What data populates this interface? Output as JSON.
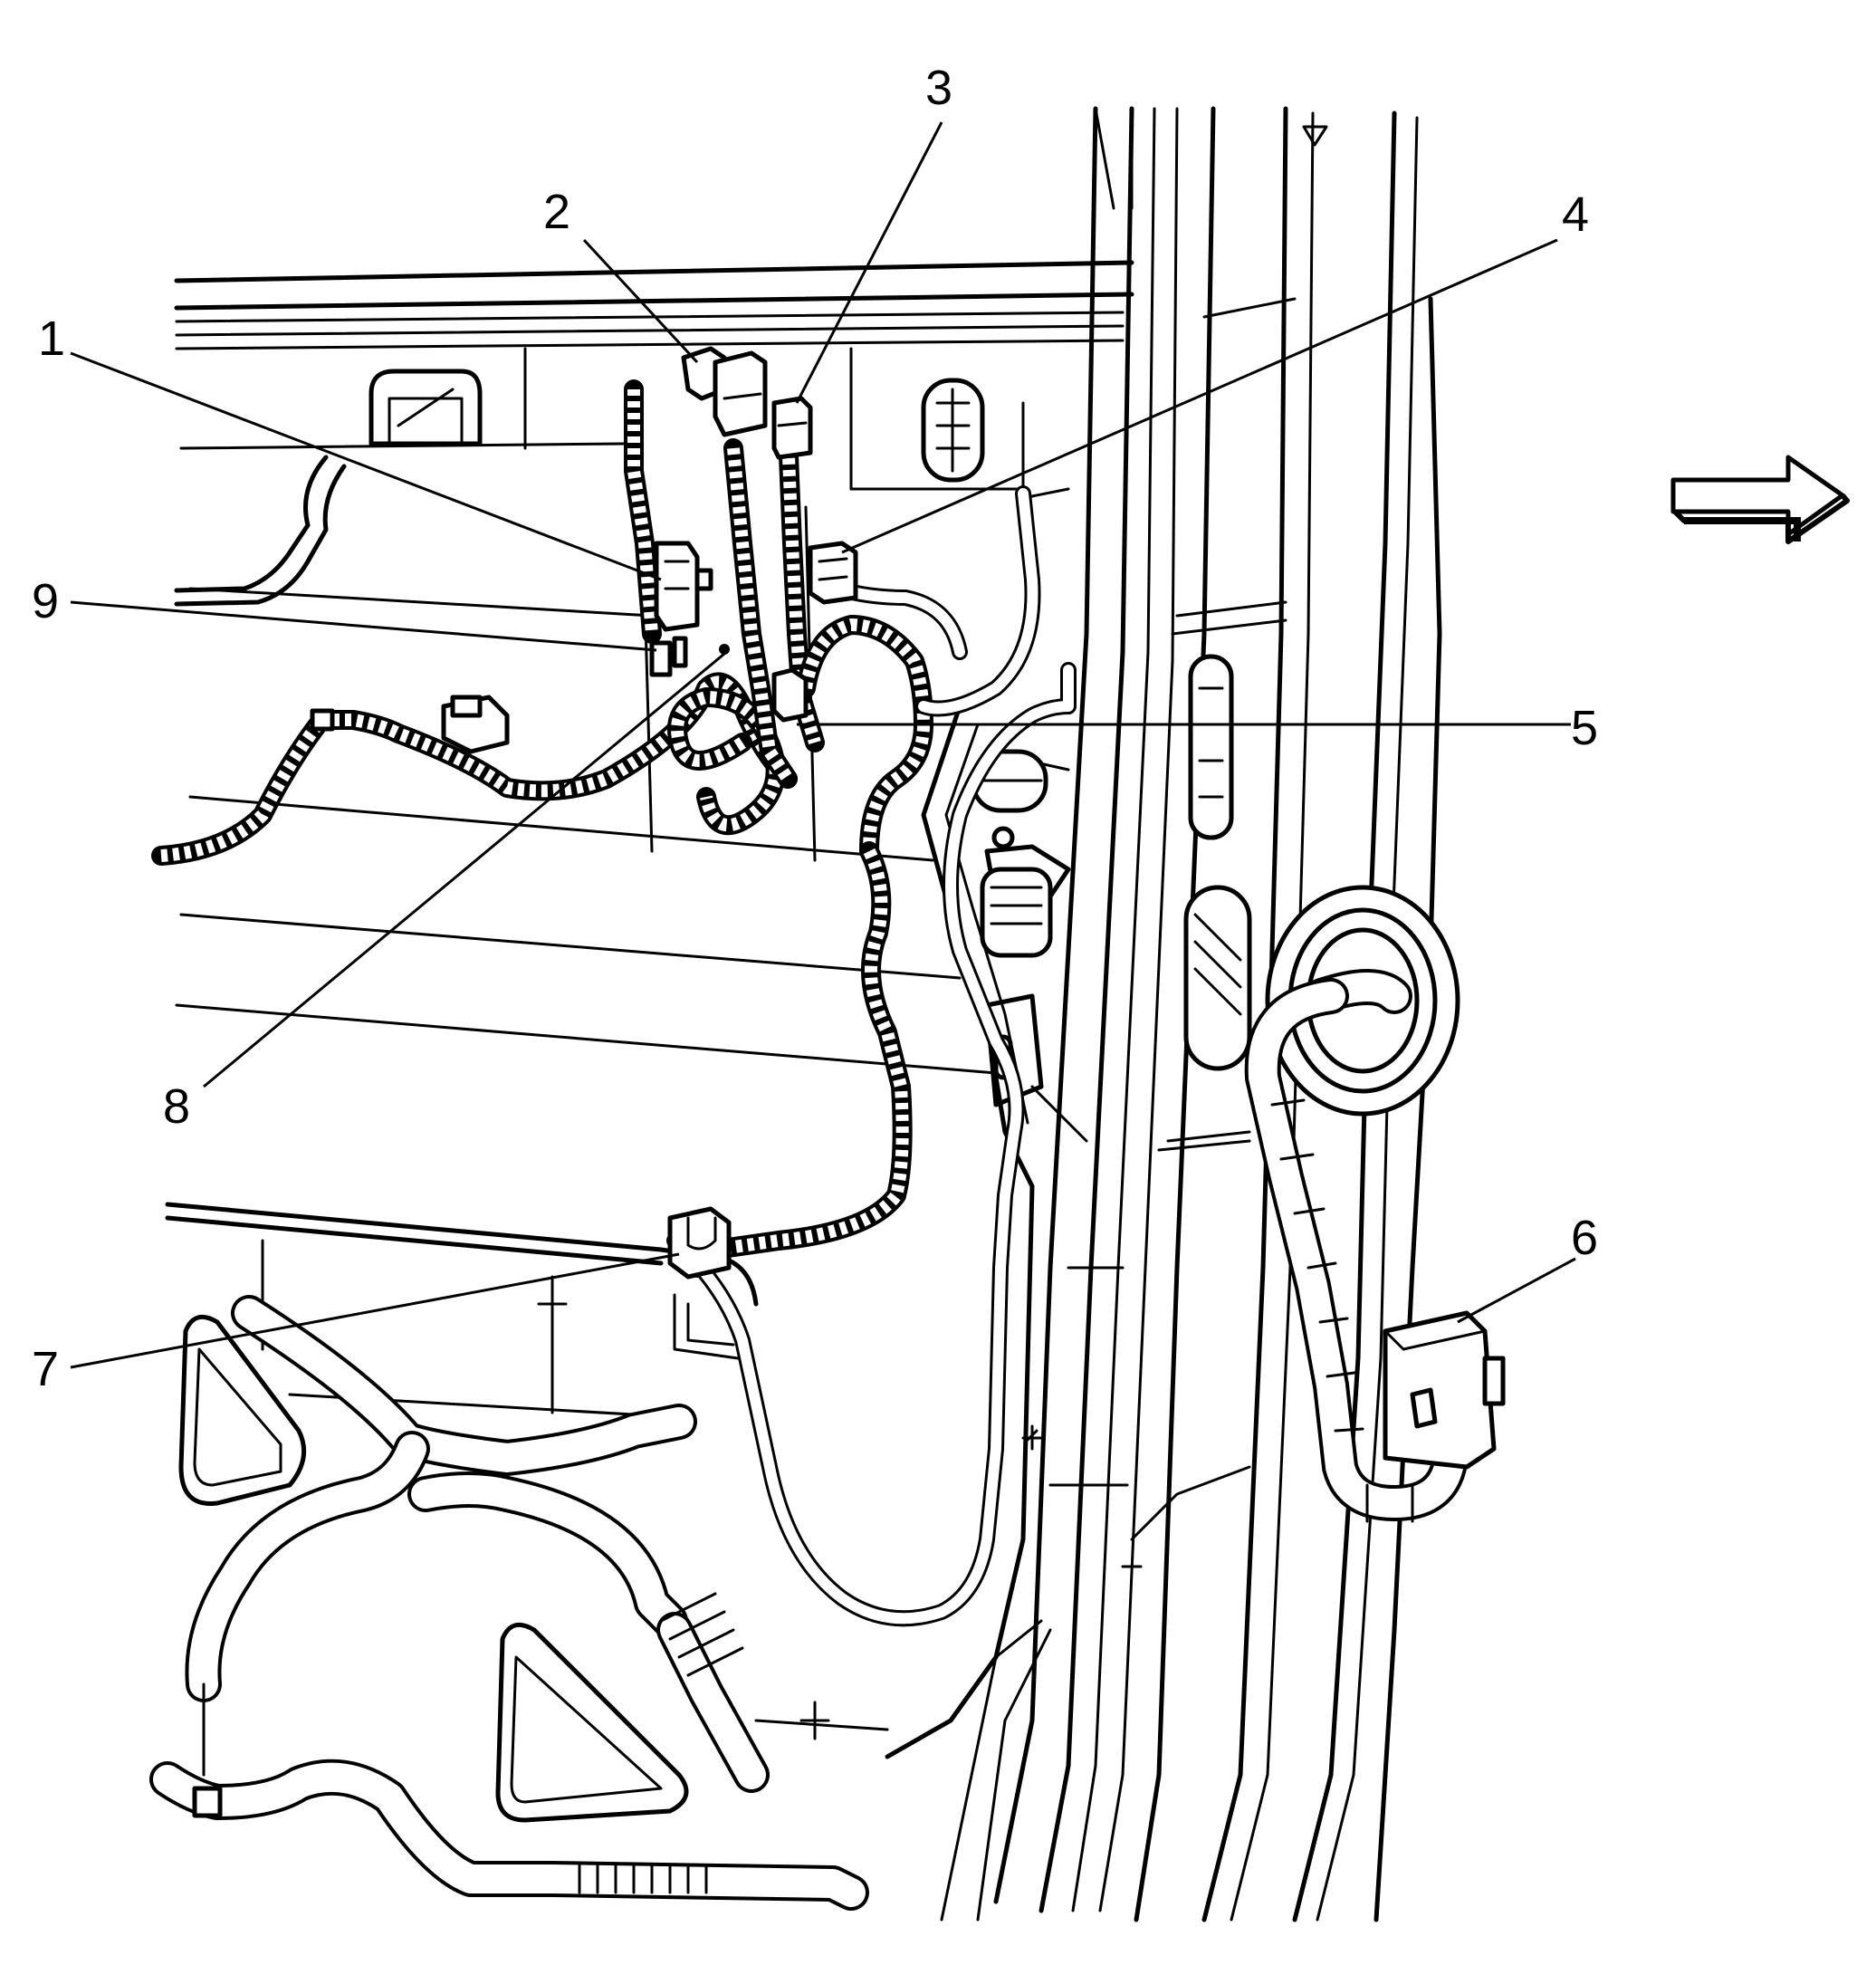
{
  "callouts": [
    {
      "id": "1",
      "label": "1"
    },
    {
      "id": "2",
      "label": "2"
    },
    {
      "id": "3",
      "label": "3"
    },
    {
      "id": "4",
      "label": "4"
    },
    {
      "id": "5",
      "label": "5"
    },
    {
      "id": "6",
      "label": "6"
    },
    {
      "id": "7",
      "label": "7"
    },
    {
      "id": "8",
      "label": "8"
    },
    {
      "id": "9",
      "label": "9"
    }
  ],
  "icons": {
    "direction_arrow": "right-arrow-icon"
  },
  "colors": {
    "line": "#000000",
    "background": "#ffffff"
  }
}
